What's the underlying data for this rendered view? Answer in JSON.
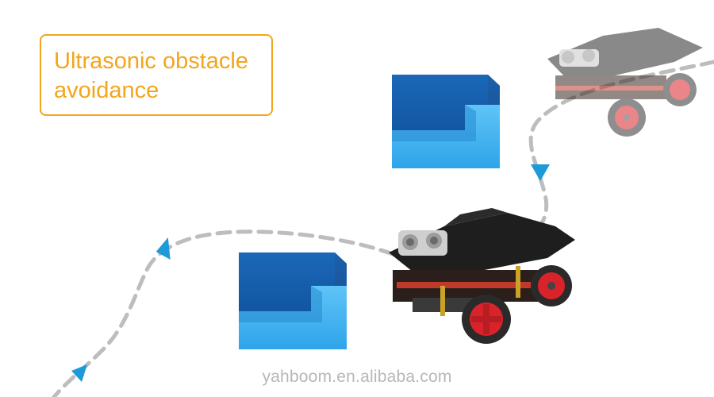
{
  "title": {
    "line1": "Ultrasonic obstacle",
    "line2": "avoidance"
  },
  "watermark": "yahboom.en.alibaba.com",
  "colors": {
    "title_accent": "#f3a51c",
    "path_dash": "#bdbdbd",
    "arrow": "#1e9ad9",
    "cube_top": "#2f7fc7",
    "cube_front": "#135fb3",
    "cube_notch": "#43b5f2",
    "wheel": "#d9232b",
    "chassis": "#1e1e1e"
  },
  "icons": {
    "arrow_marker": "triangle-arrow-icon"
  }
}
